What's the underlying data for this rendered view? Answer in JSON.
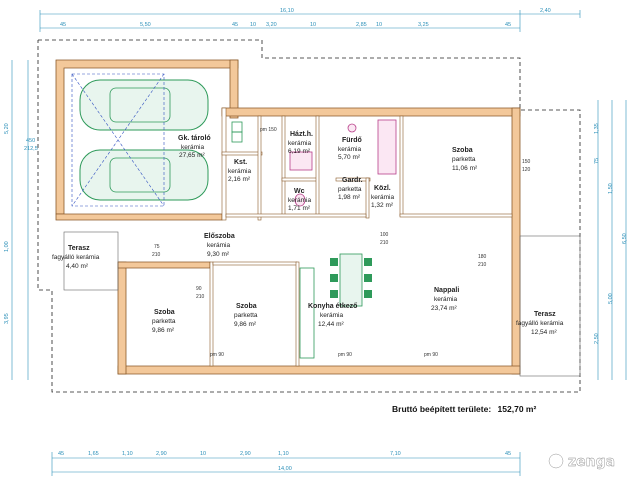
{
  "rooms": {
    "garage": {
      "name": "Gk. tároló",
      "floor": "kerámia",
      "area": "27,65 m²"
    },
    "bathroom": {
      "name": "Fürdő",
      "floor": "kerámia",
      "area": "5,70 m²"
    },
    "utility": {
      "name": "Házt.h.",
      "floor": "kerámia",
      "area": "6,19 m²"
    },
    "storage": {
      "name": "Kst.",
      "floor": "kerámia",
      "area": "2,16 m²"
    },
    "wc": {
      "name": "Wc",
      "floor": "kerámia",
      "area": "1,71 m²"
    },
    "wardrobe": {
      "name": "Gardr.",
      "floor": "parketta",
      "area": "1,98 m²"
    },
    "corridor": {
      "name": "Közl.",
      "floor": "kerámia",
      "area": "1,32 m²"
    },
    "bedroom_ne": {
      "name": "Szoba",
      "floor": "parketta",
      "area": "11,06 m²"
    },
    "entrance": {
      "name": "Előszoba",
      "floor": "kerámia",
      "area": "9,30 m²"
    },
    "terrace_w": {
      "name": "Terasz",
      "floor": "fagyálló kerámia",
      "area": "4,40 m²"
    },
    "bedroom_sw": {
      "name": "Szoba",
      "floor": "parketta",
      "area": "9,86 m²"
    },
    "bedroom_s": {
      "name": "Szoba",
      "floor": "parketta",
      "area": "9,86 m²"
    },
    "kitchen": {
      "name": "Konyha étkező",
      "floor": "kerámia",
      "area": "12,44 m²"
    },
    "living": {
      "name": "Nappali",
      "floor": "kerámia",
      "area": "23,74 m²"
    },
    "terrace_e": {
      "name": "Terasz",
      "floor": "fagyálló kerámia",
      "area": "12,54 m²"
    }
  },
  "summary": {
    "label": "Bruttó beépített területe:",
    "value": "152,70 m²"
  },
  "brand": {
    "name": "zenga"
  },
  "dimensions": {
    "top_total": "16,10",
    "top_right": "2,40",
    "top_row": [
      "45",
      "5,50",
      "45",
      "10",
      "3,20",
      "10",
      "2,85",
      "10",
      "3,25",
      "45"
    ],
    "bottom_row1": [
      "45",
      "1,65",
      "1,10",
      "2,90",
      "10",
      "2,90",
      "1,10",
      "7,10",
      "45"
    ],
    "bottom_total": "14,00",
    "left_col": [
      "5,20",
      "450",
      "212,5",
      "1,00",
      "3,95"
    ],
    "right_col": [
      "1,35",
      "75",
      "1,50",
      "6,50",
      "5,00",
      "2,50"
    ]
  },
  "annotations": {
    "pm150": "pm 150",
    "pm90": "pm 90",
    "door_labels": [
      "75",
      "210",
      "90",
      "210",
      "100",
      "210",
      "150",
      "120",
      "180",
      "210"
    ]
  },
  "colors": {
    "wall": "#f3c89a",
    "wall_stroke": "#8a5a2a",
    "dimension": "#2a8fb8",
    "furniture": "#2e9a5a"
  }
}
